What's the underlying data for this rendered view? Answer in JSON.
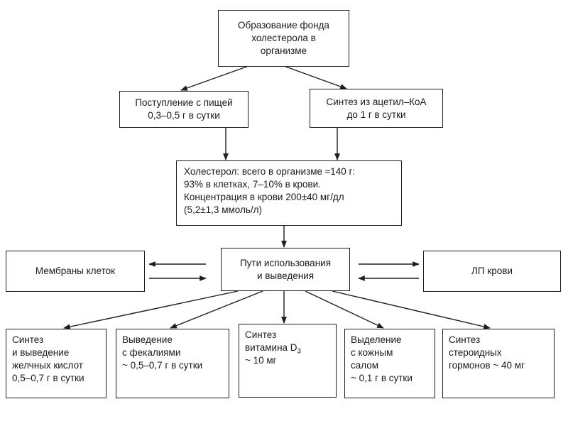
{
  "diagram": {
    "top": {
      "lines": [
        "Образование фонда",
        "холестерола в",
        "организме"
      ]
    },
    "food": {
      "lines": [
        "Поступление с пищей",
        "0,3–0,5 г в сутки"
      ]
    },
    "synthesis": {
      "lines": [
        "Синтез из ацетил–КоА",
        "до 1 г в сутки"
      ]
    },
    "cholesterol": {
      "lines": [
        "Холестерол: всего в организме ≈140 г:",
        "93% в клетках, 7–10% в крови.",
        "Концентрация в крови 200±40 мг/дл",
        "(5,2±1,3 ммоль/л)"
      ]
    },
    "membranes": {
      "label": "Мембраны клеток"
    },
    "pathways": {
      "lines": [
        "Пути использования",
        "и выведения"
      ]
    },
    "lipoproteins": {
      "label": "ЛП крови"
    },
    "outputs": {
      "bile": {
        "lines": [
          "Синтез",
          "и выведение",
          "желчных кислот",
          "0,5–0,7 г в сутки"
        ]
      },
      "feces": {
        "lines": [
          "Выведение",
          "с фекалиями",
          "~ 0,5–0,7 г в сутки"
        ]
      },
      "vitd": {
        "line1": "Синтез",
        "line2_text": "витамина D",
        "line2_sub": "3",
        "line3": "~ 10 мг"
      },
      "sebum": {
        "lines": [
          "Выделение",
          "с кожным",
          "салом",
          "~ 0,1 г в сутки"
        ]
      },
      "steroids": {
        "lines": [
          "Синтез",
          "стероидных",
          "гормонов ~ 40 мг"
        ]
      }
    }
  }
}
